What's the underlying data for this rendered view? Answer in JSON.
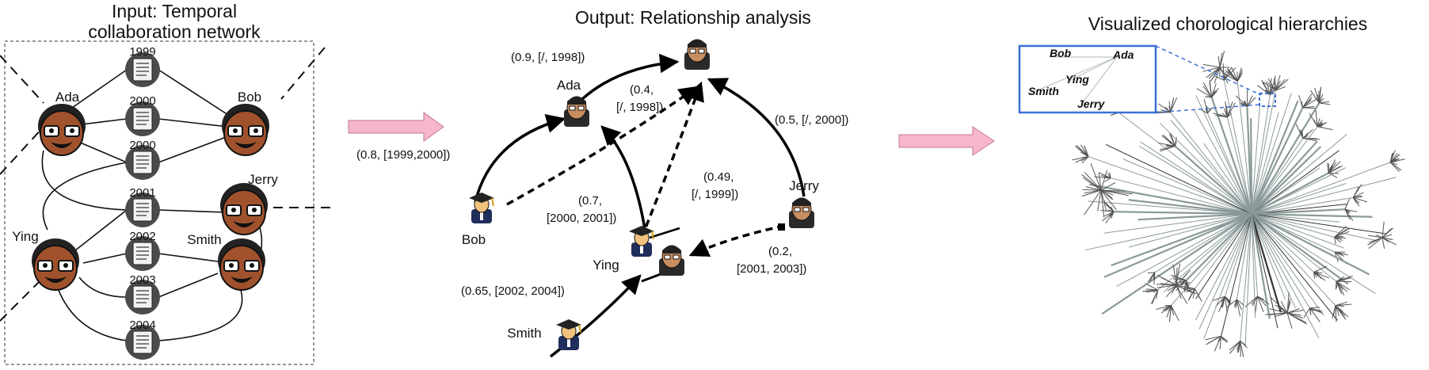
{
  "panels": {
    "input": {
      "title_line1": "Input: Temporal",
      "title_line2": "collaboration network"
    },
    "output": {
      "title": "Output: Relationship analysis"
    },
    "visual": {
      "title": "Visualized chorological hierarchies"
    }
  },
  "input_network": {
    "people": [
      "Ada",
      "Bob",
      "Jerry",
      "Ying",
      "Smith"
    ],
    "papers": [
      "1999",
      "2000",
      "2000",
      "2001",
      "2002",
      "2003",
      "2004"
    ]
  },
  "output_graph": {
    "nodes": [
      "Ada",
      "Bob",
      "Jerry",
      "Ying",
      "Smith"
    ],
    "relations": [
      {
        "text": "(0.9, [/, 1998])"
      },
      {
        "text_line1": "(0.4,",
        "text_line2": "[/, 1998])"
      },
      {
        "text": "(0.5, [/, 2000])"
      },
      {
        "text": "(0.8, [1999,2000])"
      },
      {
        "text_line1": "(0.49,",
        "text_line2": "[/, 1999])"
      },
      {
        "text_line1": "(0.7,",
        "text_line2": "[2000, 2001])"
      },
      {
        "text_line1": "(0.2,",
        "text_line2": "[2001, 2003])"
      },
      {
        "text": "(0.65, [2002, 2004])"
      }
    ]
  },
  "inset": {
    "labels": [
      "Bob",
      "Ada",
      "Ying",
      "Smith",
      "Jerry"
    ]
  },
  "colors": {
    "arrow_pink": "#f7b6cc",
    "inset_blue": "#3b6fd6",
    "tree_gray": "#8a9a99",
    "face_skin": "#a0522d"
  }
}
